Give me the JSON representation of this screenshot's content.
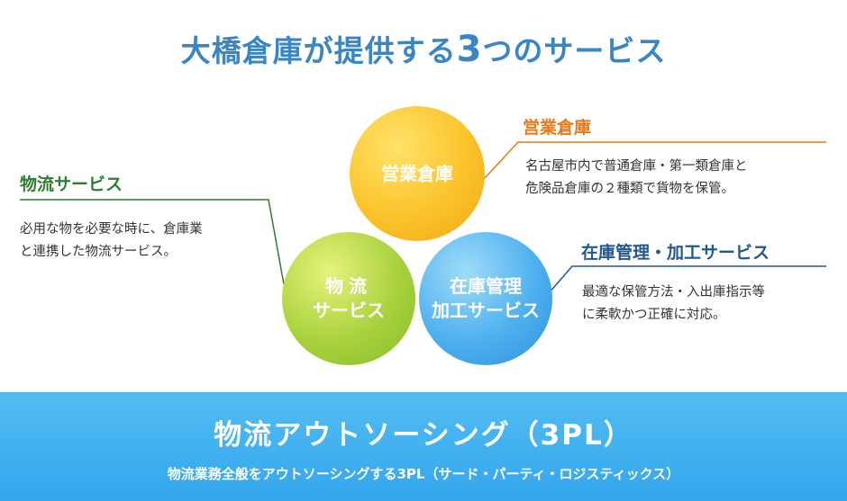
{
  "title": {
    "prefix": "大橋倉庫が提供する",
    "number": "3",
    "suffix": "つのサービス"
  },
  "circles": {
    "warehouse": {
      "line1": "営業倉庫"
    },
    "logistics": {
      "line1": "物流",
      "line2": "サービス"
    },
    "processing": {
      "line1": "在庫管理",
      "line2": "加工サービス"
    }
  },
  "sections": {
    "warehouse": {
      "heading": "営業倉庫",
      "desc_line1": "名古屋市内で普通倉庫・第一類倉庫と",
      "desc_line2": "危険品倉庫の２種類で貨物を保管。",
      "color": "#e87a1c"
    },
    "logistics": {
      "heading": "物流サービス",
      "desc_line1": "必用な物を必要な時に、倉庫業",
      "desc_line2": "と連携した物流サービス。",
      "color": "#2f7d32"
    },
    "processing": {
      "heading": "在庫管理・加工サービス",
      "desc_line1": "最適な保管方法・入出庫指示等",
      "desc_line2": "に柔軟かつ正確に対応。",
      "color": "#22578f"
    }
  },
  "banner": {
    "title": "物流アウトソーシング（3PL）",
    "subtitle": "物流業務全般をアウトソーシングする3PL（サード・パーティ・ロジスティックス）",
    "color": "#3fb0ef"
  }
}
